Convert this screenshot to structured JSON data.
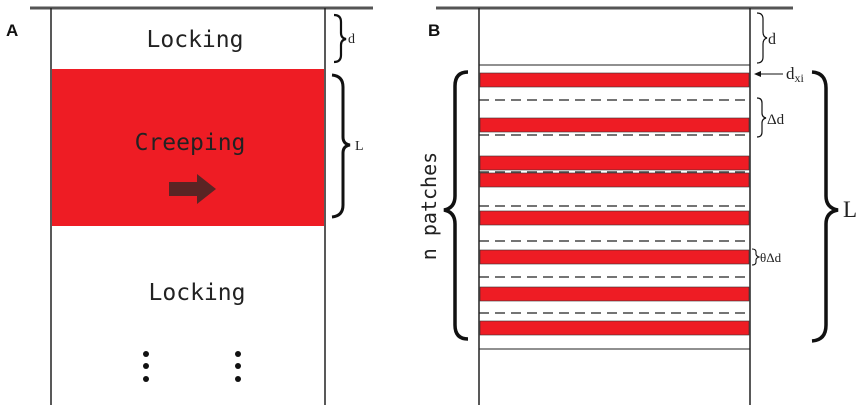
{
  "panels": {
    "a": {
      "label": "A",
      "top_zone": "Locking",
      "creep_zone": "Creeping",
      "bottom_zone": "Locking",
      "d_label": "d",
      "l_label": "L",
      "creep_color": "#ee1c24",
      "arrow_color": "#5a2424"
    },
    "b": {
      "label": "B",
      "d_label": "d",
      "dxi_label": "dxi",
      "dxi_main": "d",
      "dxi_sub": "xi",
      "delta_d_label": "Δd",
      "theta_delta_d_label": "θΔd",
      "n_patches_label": "n patches",
      "l_label": "L",
      "patch_color": "#ee1c24"
    }
  }
}
